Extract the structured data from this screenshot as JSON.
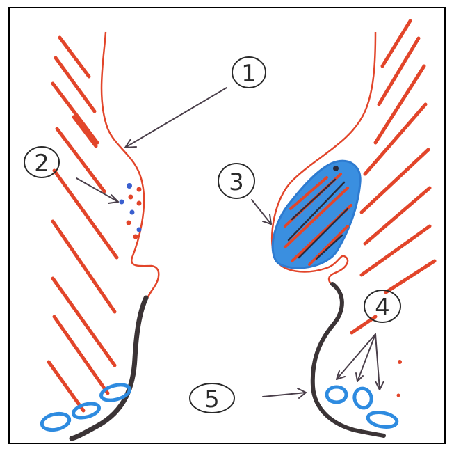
{
  "labels": [
    {
      "id": "label-1",
      "text": "1"
    },
    {
      "id": "label-2",
      "text": "2"
    },
    {
      "id": "label-3",
      "text": "3"
    },
    {
      "id": "label-4",
      "text": "4"
    },
    {
      "id": "label-5",
      "text": "5"
    }
  ],
  "colors": {
    "frame": "#000000",
    "tissue_stroke": "#e2452a",
    "epithelium": "#3b3436",
    "vein_fill": "#3a8fe0",
    "vessel_blue": "#2e8be0",
    "label_ink": "#2a2a2a",
    "arrow_ink": "#4a3f4a"
  }
}
